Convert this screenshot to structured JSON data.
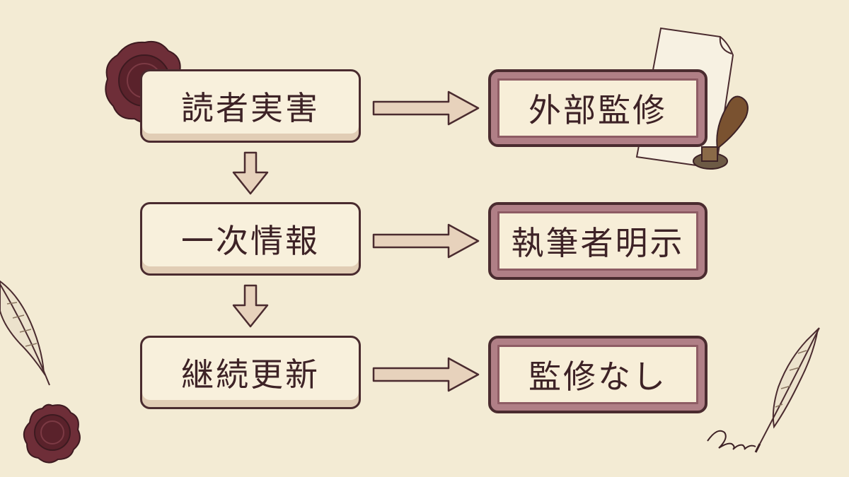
{
  "diagram": {
    "left_steps": [
      {
        "label": "読者実害"
      },
      {
        "label": "一次情報"
      },
      {
        "label": "継続更新"
      }
    ],
    "right_outcomes": [
      {
        "label": "外部監修"
      },
      {
        "label": "執筆者明示"
      },
      {
        "label": "監修なし"
      }
    ]
  },
  "colors": {
    "background": "#f3ebd4",
    "ink": "#4a2b2f",
    "wax_seal": "#6e2e38",
    "arrow_fill": "#e7d2bc",
    "outcome_frame": "#b07f86"
  },
  "icons": [
    "wax-seal-icon",
    "paper-sheet-icon",
    "rubber-stamp-icon",
    "quill-feather-icon",
    "signature-scribble-icon"
  ]
}
